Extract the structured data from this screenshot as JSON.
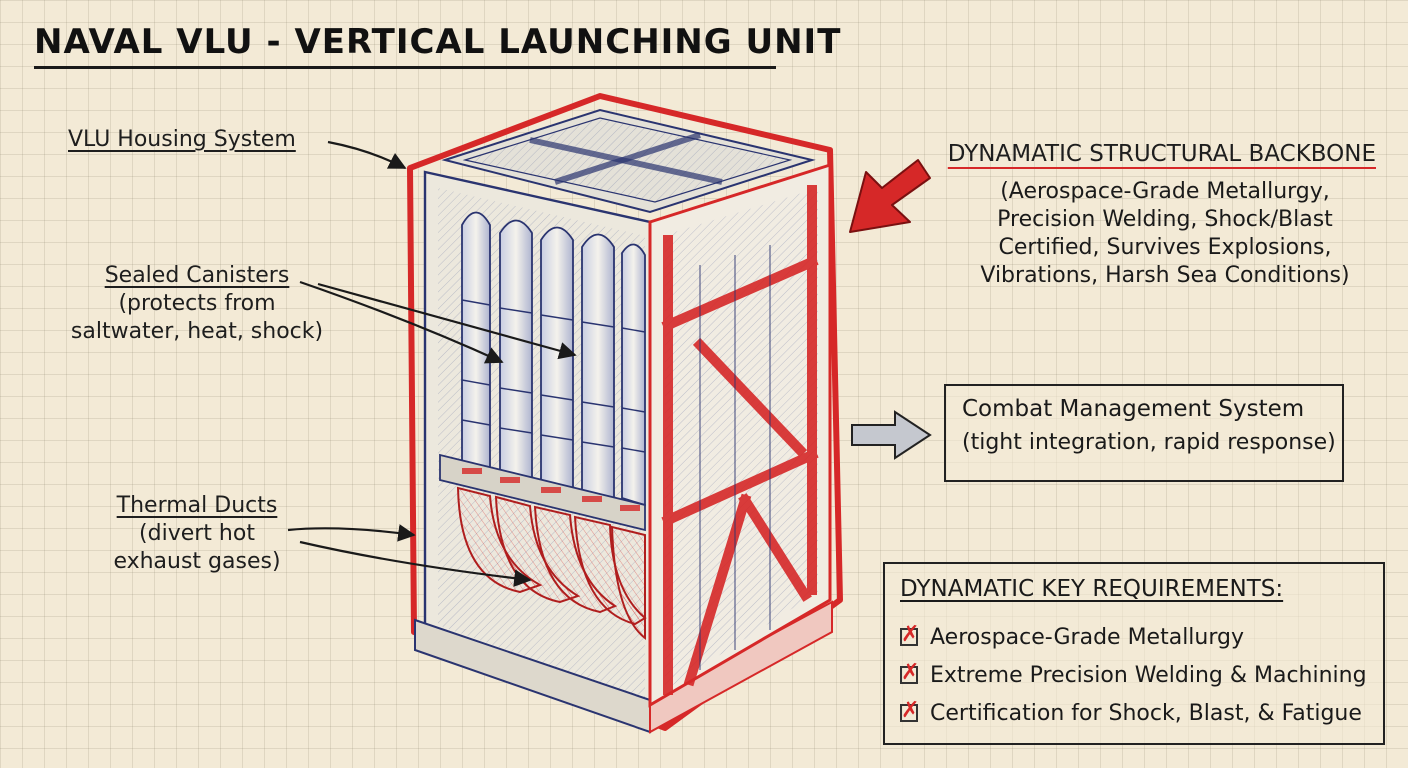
{
  "title": "NAVAL VLU - VERTICAL LAUNCHING UNIT",
  "labels": {
    "housing": "VLU Housing System",
    "canisters_title": "Sealed Canisters",
    "canisters_desc_1": "(protects from",
    "canisters_desc_2": "saltwater, heat, shock)",
    "ducts_title": "Thermal Ducts",
    "ducts_desc_1": "(divert hot",
    "ducts_desc_2": "exhaust gases)"
  },
  "backbone": {
    "title": "DYNAMATIC STRUCTURAL BACKBONE",
    "line1": "(Aerospace-Grade Metallurgy,",
    "line2": "Precision Welding, Shock/Blast",
    "line3": "Certified, Survives Explosions,",
    "line4": "Vibrations, Harsh Sea Conditions)"
  },
  "cms": {
    "title": "Combat Management System",
    "desc": "(tight integration, rapid response)"
  },
  "requirements": {
    "title": "DYNAMATIC KEY REQUIREMENTS:",
    "items": [
      "Aerospace-Grade Metallurgy",
      "Extreme Precision Welding & Machining",
      "Certification for Shock, Blast, & Fatigue"
    ]
  },
  "colors": {
    "accent_red": "#d62828",
    "ink": "#1e1e1e",
    "sketch_blue": "#3a4a8c",
    "paper": "#f3ead6"
  }
}
